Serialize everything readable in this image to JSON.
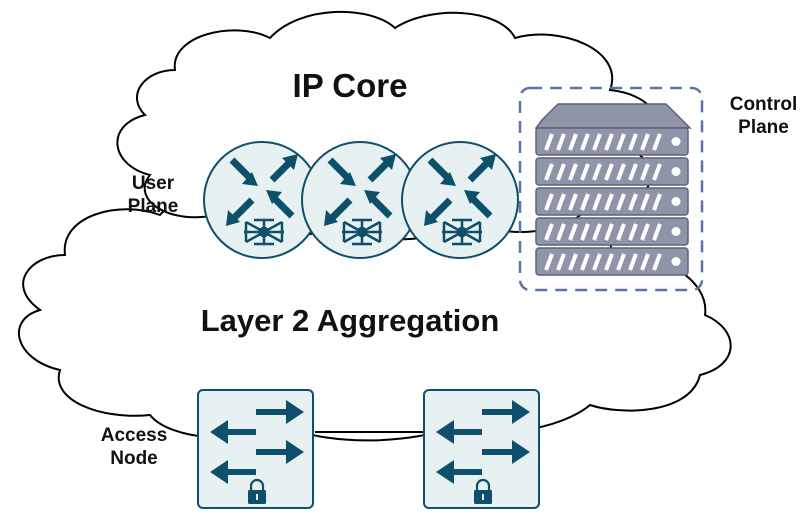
{
  "labels": {
    "ip_core": "IP Core",
    "layer2_aggregation": "Layer 2 Aggregation",
    "user_plane_line1": "User",
    "user_plane_line2": "Plane",
    "control_plane_line1": "Control",
    "control_plane_line2": "Plane",
    "access_node_line1": "Access",
    "access_node_line2": "Node"
  },
  "colors": {
    "device_fill": "#e8f1f2",
    "device_stroke": "#0e4f6b",
    "icon": "#0e4f6b",
    "server_dash": "#5c73a8",
    "server_fill": "#8f95a8",
    "cloud_stroke": "#000000"
  },
  "icons": {
    "router": "router-icon",
    "switch": "switch-icon",
    "server": "server-icon",
    "lock": "lock-icon"
  },
  "counts": {
    "routers": 3,
    "access_switches": 2,
    "server_units": 5
  }
}
